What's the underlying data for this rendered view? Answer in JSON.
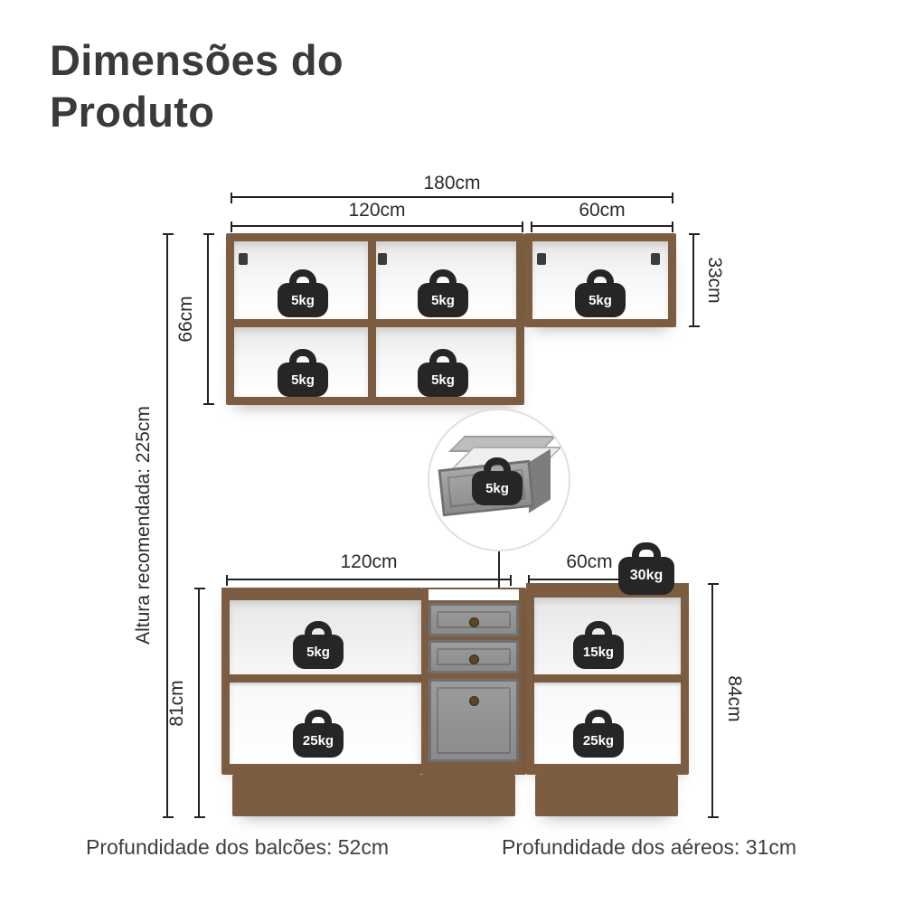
{
  "title": {
    "line1": "Dimensões do",
    "line2": "Produto"
  },
  "diagram": {
    "upper": {
      "total_width": "180cm",
      "left_width": "120cm",
      "right_width": "60cm",
      "left_height": "66cm",
      "right_height": "33cm",
      "weights": {
        "top_left": "5kg",
        "top_middle": "5kg",
        "top_right": "5kg",
        "bottom_left": "5kg",
        "bottom_middle": "5kg"
      }
    },
    "recommended_height": "Altura recomendada: 225cm",
    "drawer_detail": {
      "weight": "5kg"
    },
    "lower": {
      "left_width": "120cm",
      "right_width": "60cm",
      "left_height": "81cm",
      "right_height": "84cm",
      "countertop_weight": "30kg",
      "weights": {
        "top_left": "5kg",
        "top_right": "15kg",
        "bottom_left": "25kg",
        "bottom_right": "25kg"
      }
    }
  },
  "footer": {
    "balcoes": "Profundidade dos balcões: 52cm",
    "aereos": "Profundidade dos aéreos: 31cm"
  },
  "icons": {
    "weight_badge": "kettlebell-weight-icon",
    "detail_view": "zoom-detail-circle"
  },
  "colors": {
    "wood": "#7c5d42",
    "badge": "#262626",
    "line": "#222222",
    "drawer_gray": "#909191"
  }
}
